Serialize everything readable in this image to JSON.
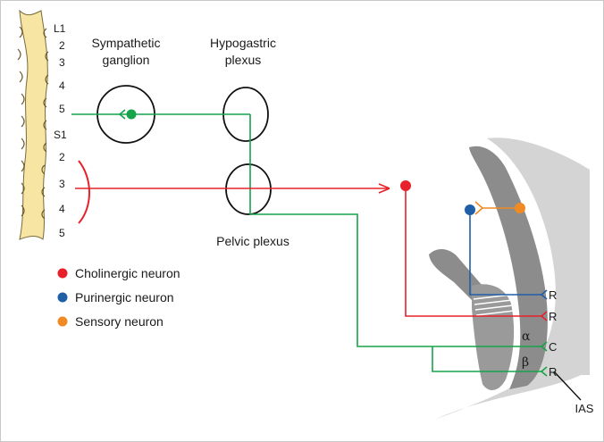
{
  "spine_levels": [
    "L1",
    "2",
    "3",
    "4",
    "5",
    "S1",
    "2",
    "3",
    "4",
    "5"
  ],
  "labels": {
    "sympathetic_ganglion": [
      "Sympathetic",
      "ganglion"
    ],
    "hypogastric_plexus": [
      "Hypogastric",
      "plexus"
    ],
    "pelvic_plexus": "Pelvic plexus",
    "ias": "IAS"
  },
  "legend": [
    {
      "label": "Cholinergic neuron",
      "color": "#e8202a"
    },
    {
      "label": "Purinergic neuron",
      "color": "#1f5fa8"
    },
    {
      "label": "Sensory neuron",
      "color": "#f08a24"
    }
  ],
  "receptors": {
    "r1": "R",
    "r2": "R",
    "c": "C",
    "r3": "R",
    "alpha": "α",
    "beta": "β"
  },
  "colors": {
    "sympathetic": "#16a34a",
    "cholinergic": "#e8202a",
    "purinergic": "#1f5fa8",
    "sensory": "#f08a24",
    "spine": "#f7e6a3",
    "tissue_dark": "#8c8c8c",
    "tissue_light": "#d4d4d4"
  }
}
